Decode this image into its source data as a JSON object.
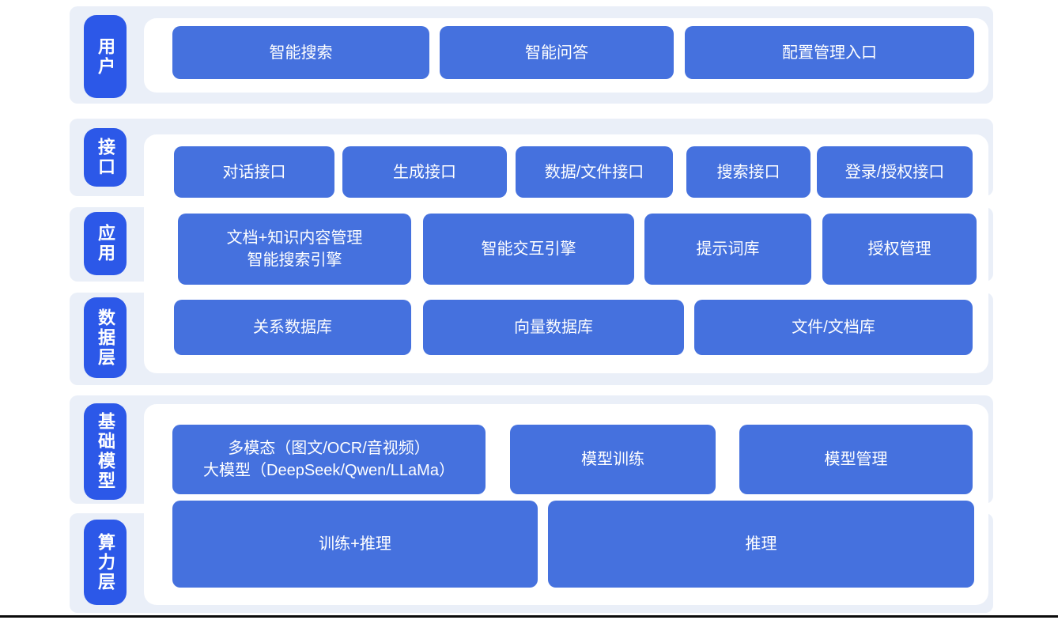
{
  "diagram_title": "",
  "colors": {
    "label_blue": "#2c58e8",
    "node_blue": "#4571de",
    "band_background": "#eaeff8"
  },
  "layers": {
    "user": {
      "label": "用户",
      "buttons": [
        "智能搜索",
        "智能问答",
        "配置管理入口"
      ]
    },
    "interface": {
      "label": "接口",
      "buttons": [
        "对话接口",
        "生成接口",
        "数据/文件接口",
        "搜索接口",
        "登录/授权接口"
      ]
    },
    "application": {
      "label": "应用",
      "buttons": [
        "文档+知识内容管理\n智能搜索引擎",
        "智能交互引擎",
        "提示词库",
        "授权管理"
      ]
    },
    "data_layer": {
      "label": "数据层",
      "buttons": [
        "关系数据库",
        "向量数据库",
        "文件/文档库"
      ]
    },
    "foundation_model": {
      "label": "基础模型",
      "buttons": [
        "多模态（图文/OCR/音视频）\n大模型（DeepSeek/Qwen/LLaMa）",
        "模型训练",
        "模型管理"
      ]
    },
    "compute": {
      "label": "算力层",
      "buttons": [
        "训练+推理",
        "推理"
      ]
    }
  }
}
